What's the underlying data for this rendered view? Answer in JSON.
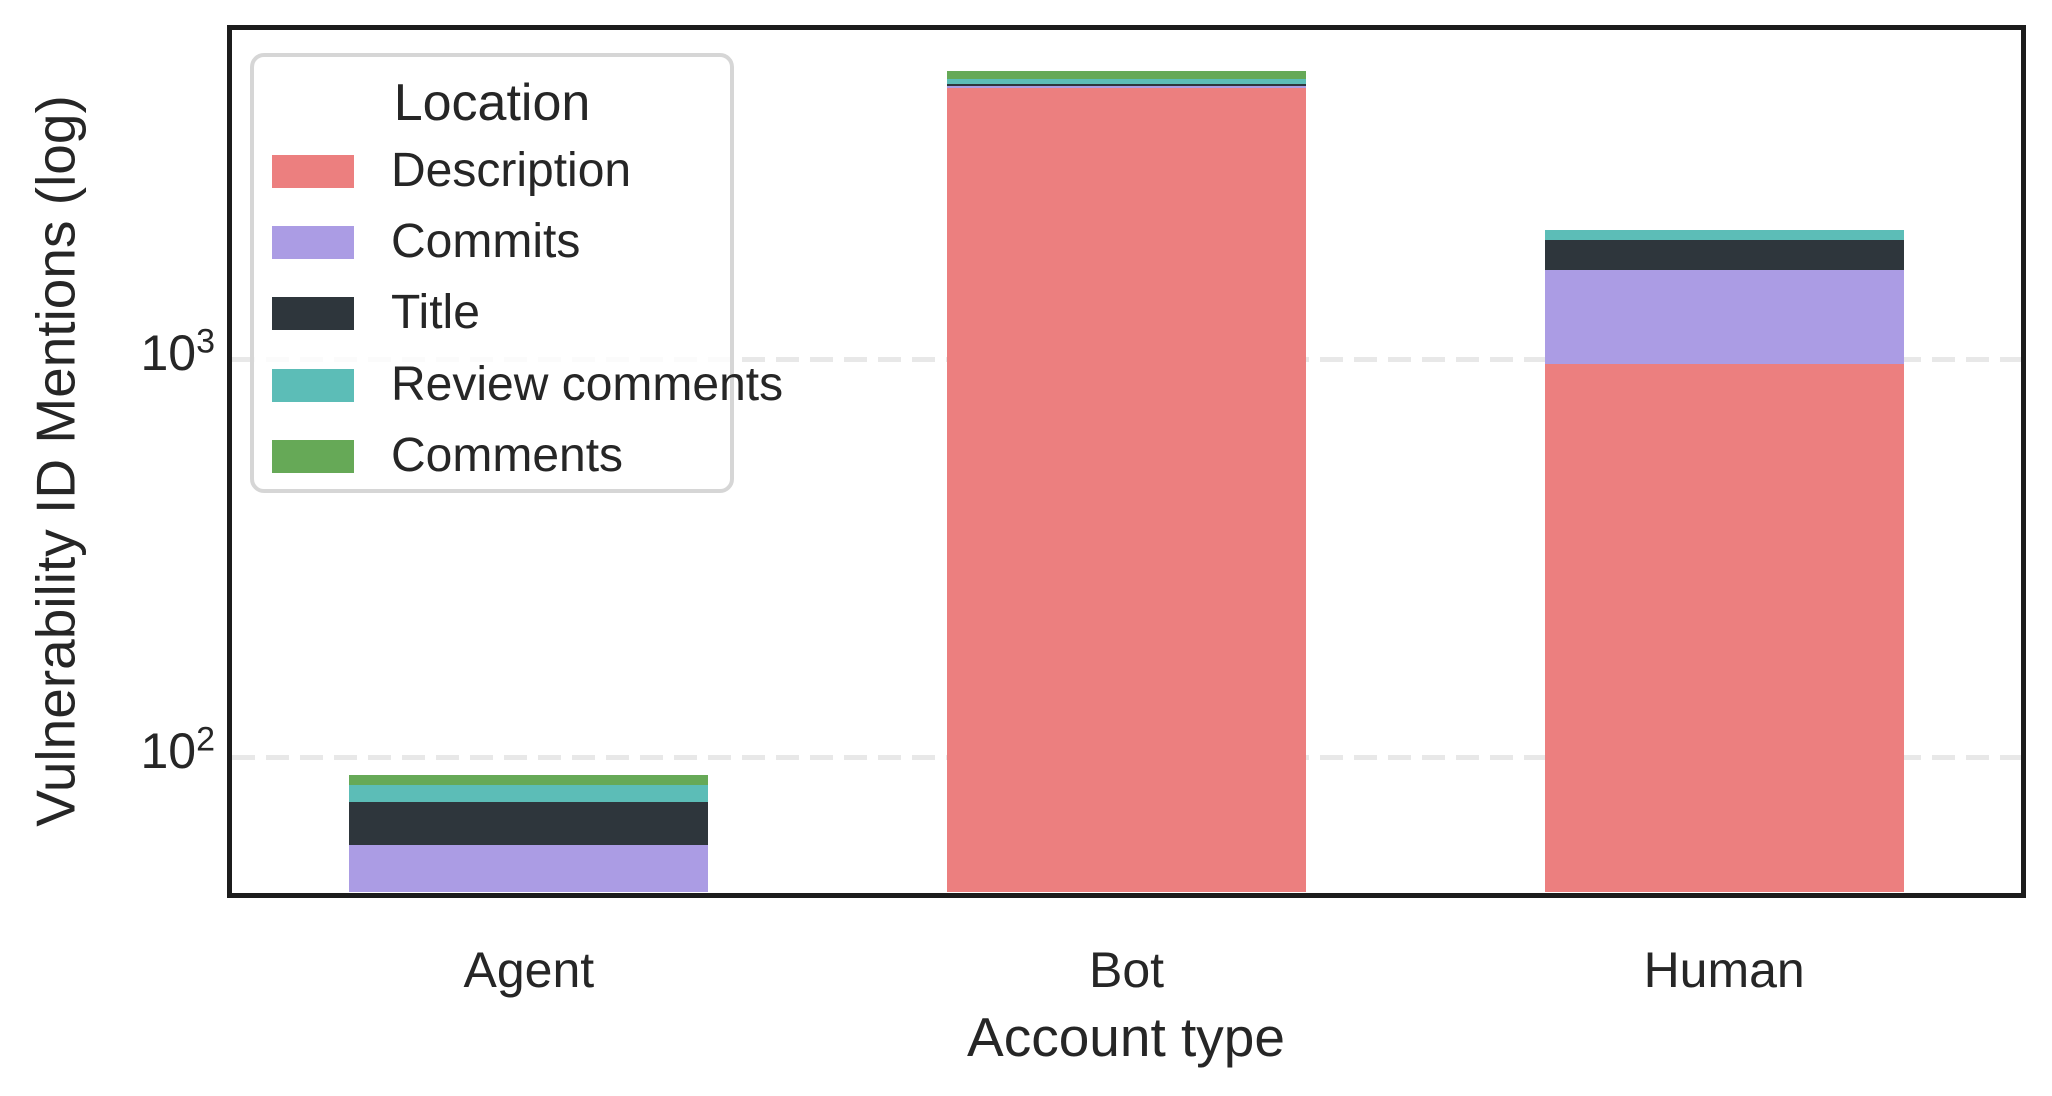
{
  "chart_data": {
    "type": "bar",
    "stacked": true,
    "y_scale": "log10",
    "xlabel": "Account type",
    "ylabel": "Vulnerability ID Mentions (log)",
    "categories": [
      "Agent",
      "Bot",
      "Human"
    ],
    "series": [
      {
        "name": "Description",
        "color": "#ec7f7f",
        "values": [
          0,
          4800,
          970
        ]
      },
      {
        "name": "Commits",
        "color": "#ab9ce4",
        "values": [
          60,
          55,
          700
        ]
      },
      {
        "name": "Title",
        "color": "#2e363c",
        "values": [
          17,
          57,
          320
        ]
      },
      {
        "name": "Review comments",
        "color": "#5cbdb7",
        "values": [
          8,
          145,
          115
        ]
      },
      {
        "name": "Comments",
        "color": "#66a957",
        "values": [
          5,
          240,
          0
        ]
      }
    ],
    "totals": [
      90,
      5297,
      2105
    ],
    "y_ticks": [
      {
        "base": "10",
        "exponent": "2",
        "value": 100
      },
      {
        "base": "10",
        "exponent": "3",
        "value": 1000
      }
    ],
    "ylim": [
      45,
      6800
    ],
    "grid": "dashed horizontal gridlines at major log ticks",
    "legend": {
      "title": "Location",
      "position": "upper left"
    }
  }
}
